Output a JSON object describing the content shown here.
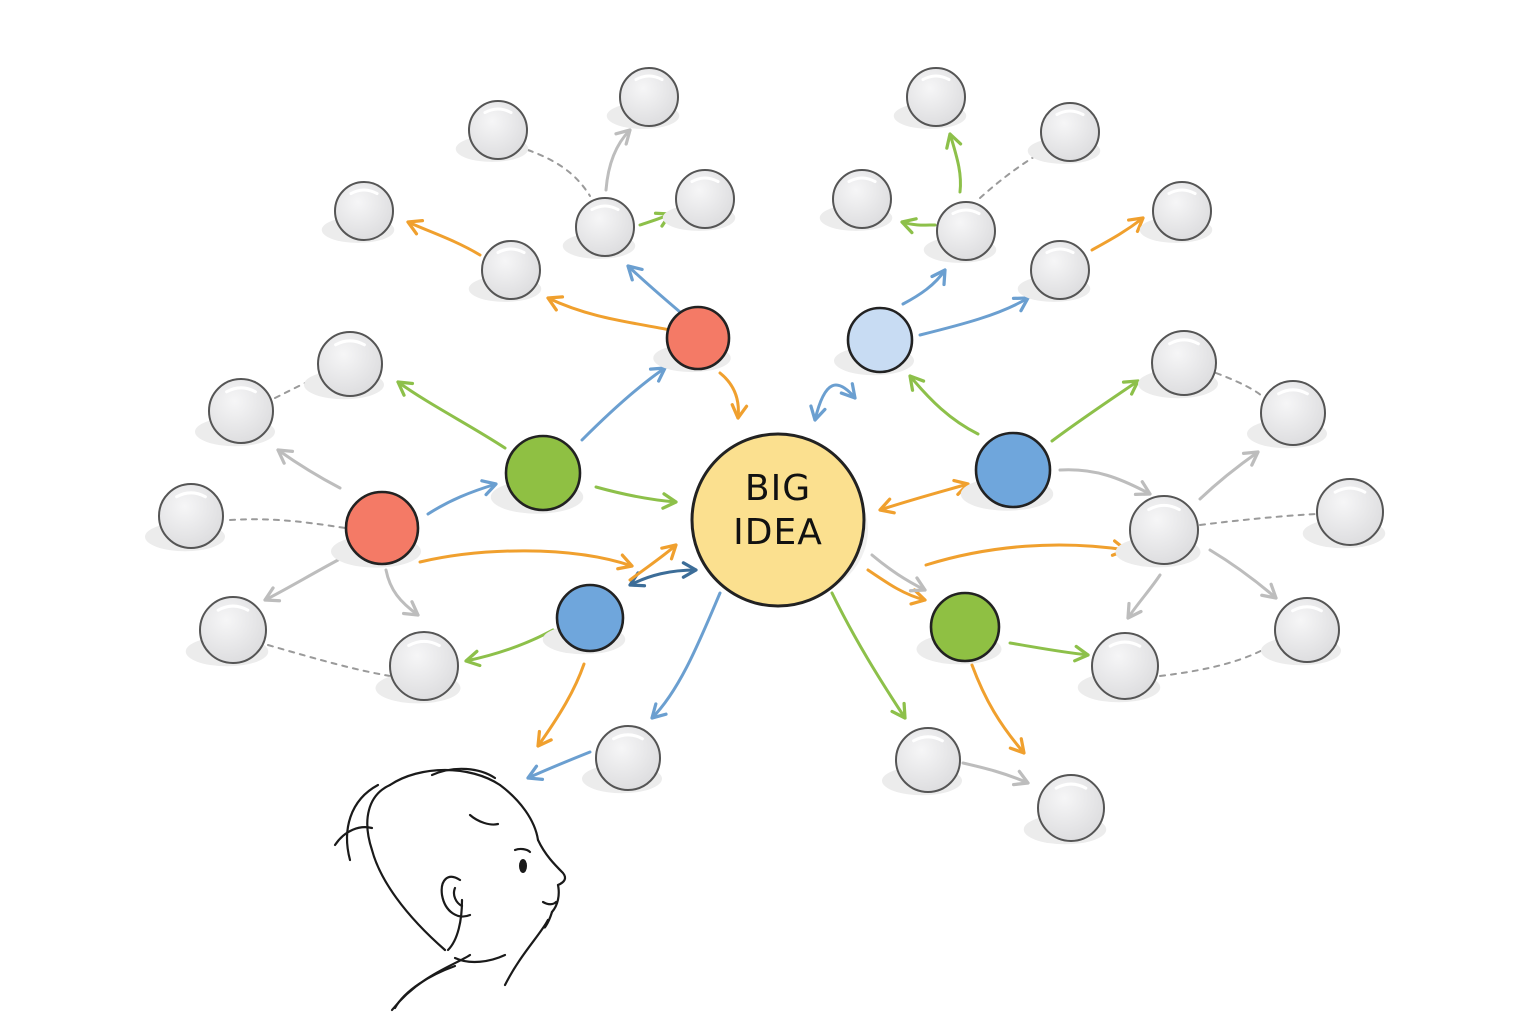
{
  "center": {
    "line1": "BIG",
    "line2": "IDEA"
  },
  "colors": {
    "center_fill": "#fbe08f",
    "red": "#f47a66",
    "green": "#8fc043",
    "blue": "#6fa6dc",
    "light_blue": "#c8dcf3",
    "gray_node": "#e6e6e8",
    "shadow": "#ececec",
    "arrow_orange": "#f0a02e",
    "arrow_green": "#8dc04a",
    "arrow_blue": "#6b9fd0",
    "arrow_dark_blue": "#3c6d98",
    "arrow_gray": "#bdbdbd",
    "dashed_link": "#9a9a9a",
    "outline": "#222222"
  },
  "illustration": "child-looking-up"
}
